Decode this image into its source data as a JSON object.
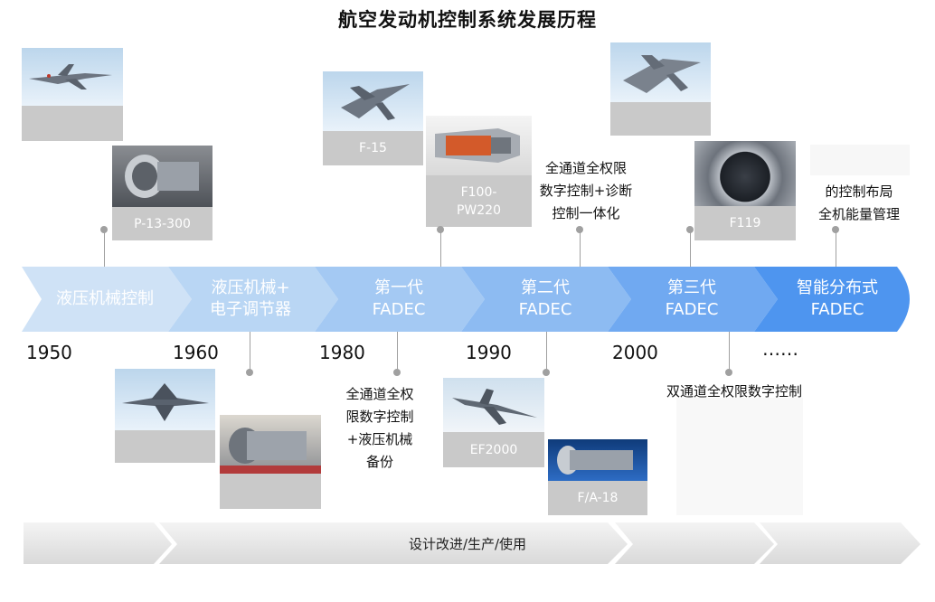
{
  "title": "航空发动机控制系统发展历程",
  "phases": [
    {
      "label": "液压机械控制",
      "color": "#cfe2f6"
    },
    {
      "label": "液压机械+\n电子调节器",
      "color": "#b9d6f4"
    },
    {
      "label": "第一代\nFADEC",
      "color": "#a4c9f3"
    },
    {
      "label": "第二代\nFADEC",
      "color": "#8dbbf2"
    },
    {
      "label": "第三代\nFADEC",
      "color": "#70a9f1"
    },
    {
      "label": "智能分布式\nFADEC",
      "color": "#4e95ef"
    }
  ],
  "years": [
    "1950",
    "1960",
    "1980",
    "1990",
    "2000",
    "……"
  ],
  "photos": {
    "mig": "",
    "p13": "P-13-300",
    "f15": "F-15",
    "f100": "F100-\nPW220",
    "f22": "",
    "f119": "F119",
    "su27": "",
    "al31": "",
    "ef2000": "EF2000",
    "fa18": "F/A-18"
  },
  "notes": {
    "second_gen_top": "全通道全权限\n数字控制+诊断\n控制一体化",
    "smart_top": "的控制布局\n全机能量管理",
    "first_gen_bottom": "全通道全权\n限数字控制\n+液压机械\n备份",
    "third_gen_bottom": "双通道全权限数字控制"
  },
  "bottom_bar": "设计改进/生产/使用"
}
